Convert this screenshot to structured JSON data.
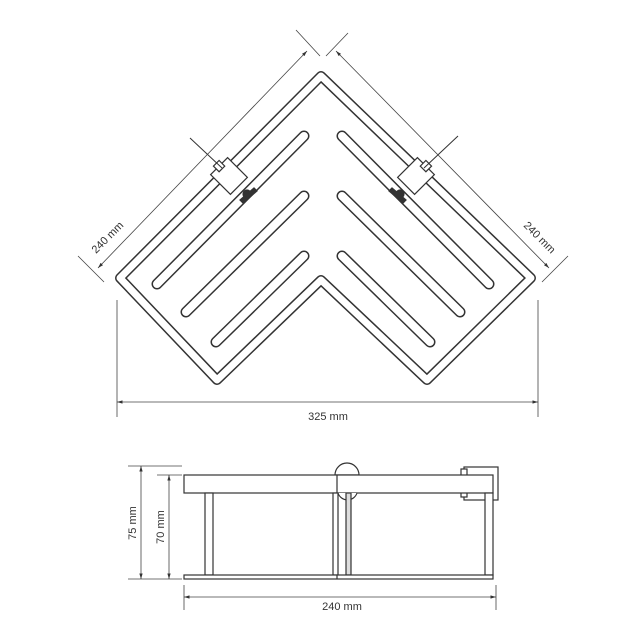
{
  "top_view": {
    "dim_left": "240 mm",
    "dim_right": "240 mm",
    "dim_width": "325 mm"
  },
  "side_view": {
    "dim_total_height": "75 mm",
    "dim_height": "70 mm",
    "dim_width": "240 mm"
  }
}
